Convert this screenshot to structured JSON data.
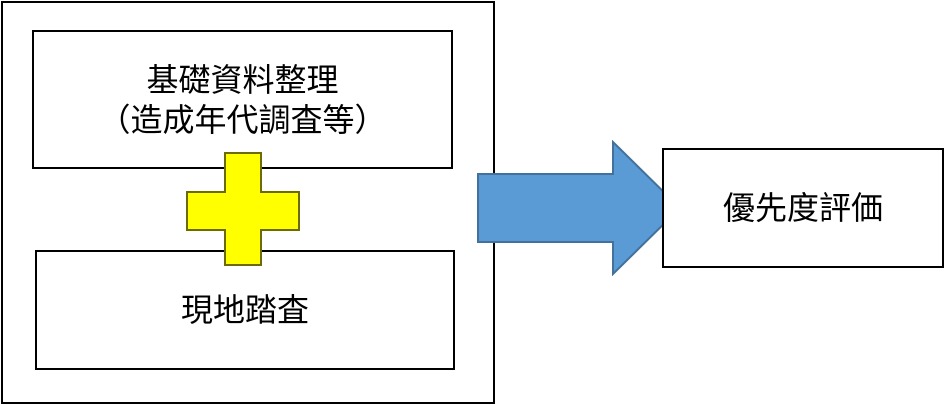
{
  "diagram": {
    "input_box": {
      "line1": "基礎資料整理",
      "line2": "（造成年代調査等）"
    },
    "survey_box": {
      "label": "現地踏査"
    },
    "output_box": {
      "label": "優先度評価"
    },
    "colors": {
      "plus_fill": "#ffff00",
      "plus_stroke": "#6b6b00",
      "arrow_fill": "#5b9bd5",
      "arrow_stroke": "#41719c",
      "border": "#000000"
    },
    "icons": {
      "combine": "plus-icon",
      "flow": "right-arrow-icon"
    }
  }
}
